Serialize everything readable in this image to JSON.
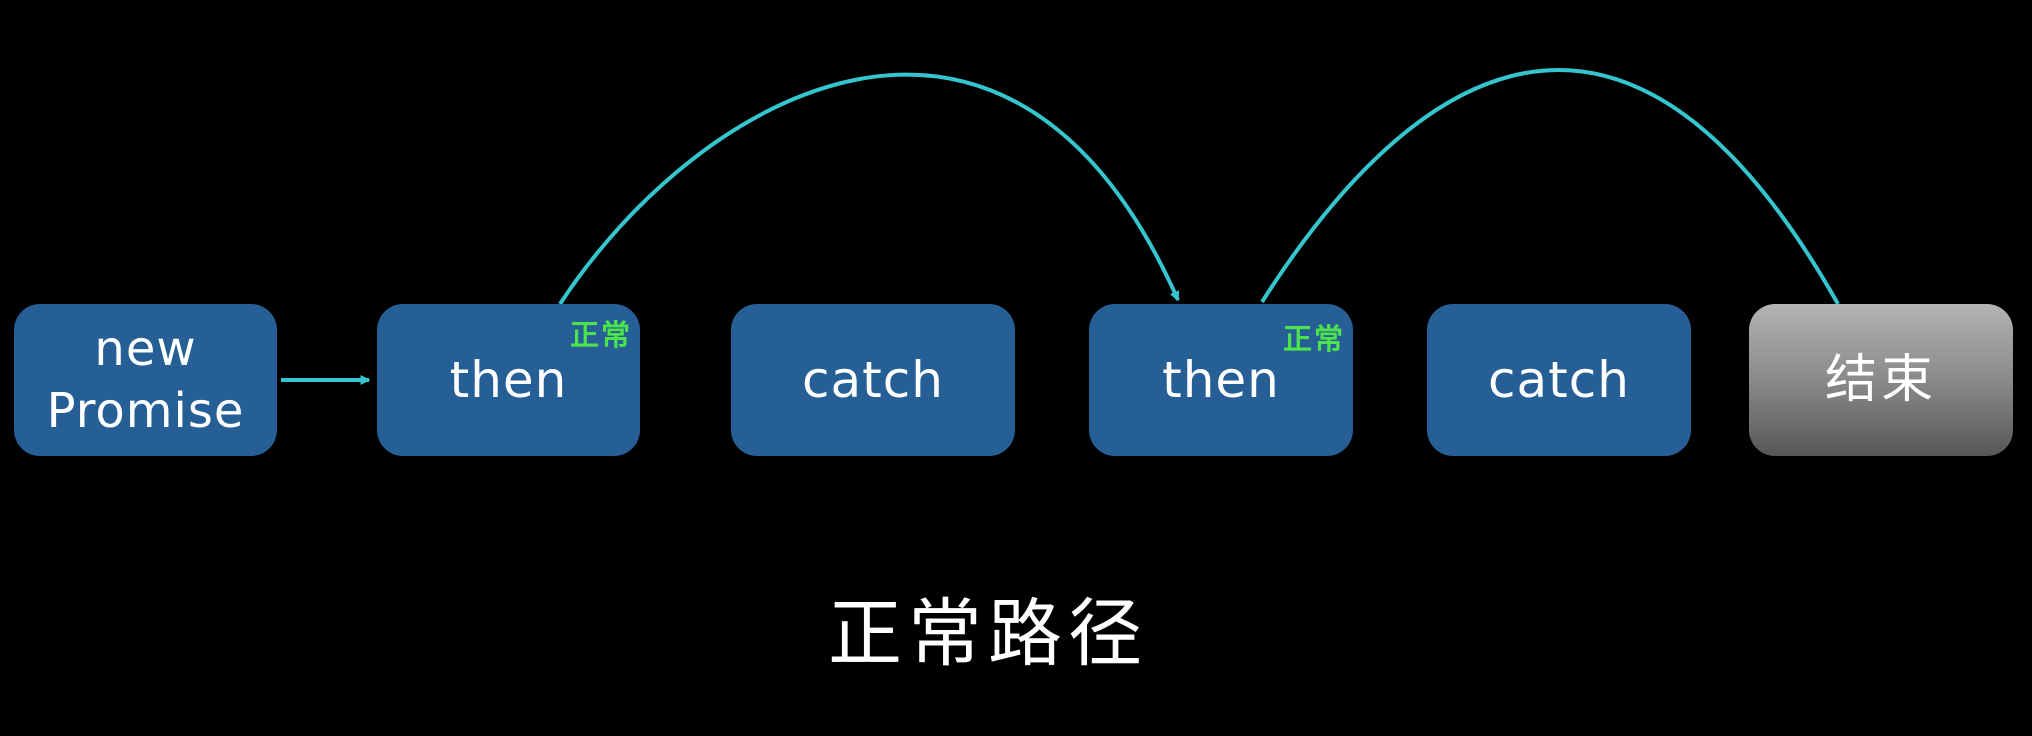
{
  "diagram": {
    "caption": "正常路径",
    "nodes": [
      {
        "id": "new-promise",
        "label": "new\nPromise",
        "kind": "start"
      },
      {
        "id": "then-1",
        "label": "then",
        "kind": "then",
        "badge": "正常"
      },
      {
        "id": "catch-1",
        "label": "catch",
        "kind": "catch"
      },
      {
        "id": "then-2",
        "label": "then",
        "kind": "then",
        "badge": "正常"
      },
      {
        "id": "catch-2",
        "label": "catch",
        "kind": "catch"
      },
      {
        "id": "end",
        "label": "结束",
        "kind": "end"
      }
    ],
    "edges": [
      {
        "from": "new-promise",
        "to": "then-1",
        "style": "straight"
      },
      {
        "from": "then-1",
        "to": "then-2",
        "style": "arc",
        "skips": "catch-1"
      },
      {
        "from": "then-2",
        "to": "end",
        "style": "arc",
        "skips": "catch-2"
      }
    ],
    "colors": {
      "node_fill": "#255f96",
      "end_fill": "#8a8a8a",
      "edge": "#35c5cf",
      "badge": "#4ce34c",
      "background": "#000000"
    }
  }
}
